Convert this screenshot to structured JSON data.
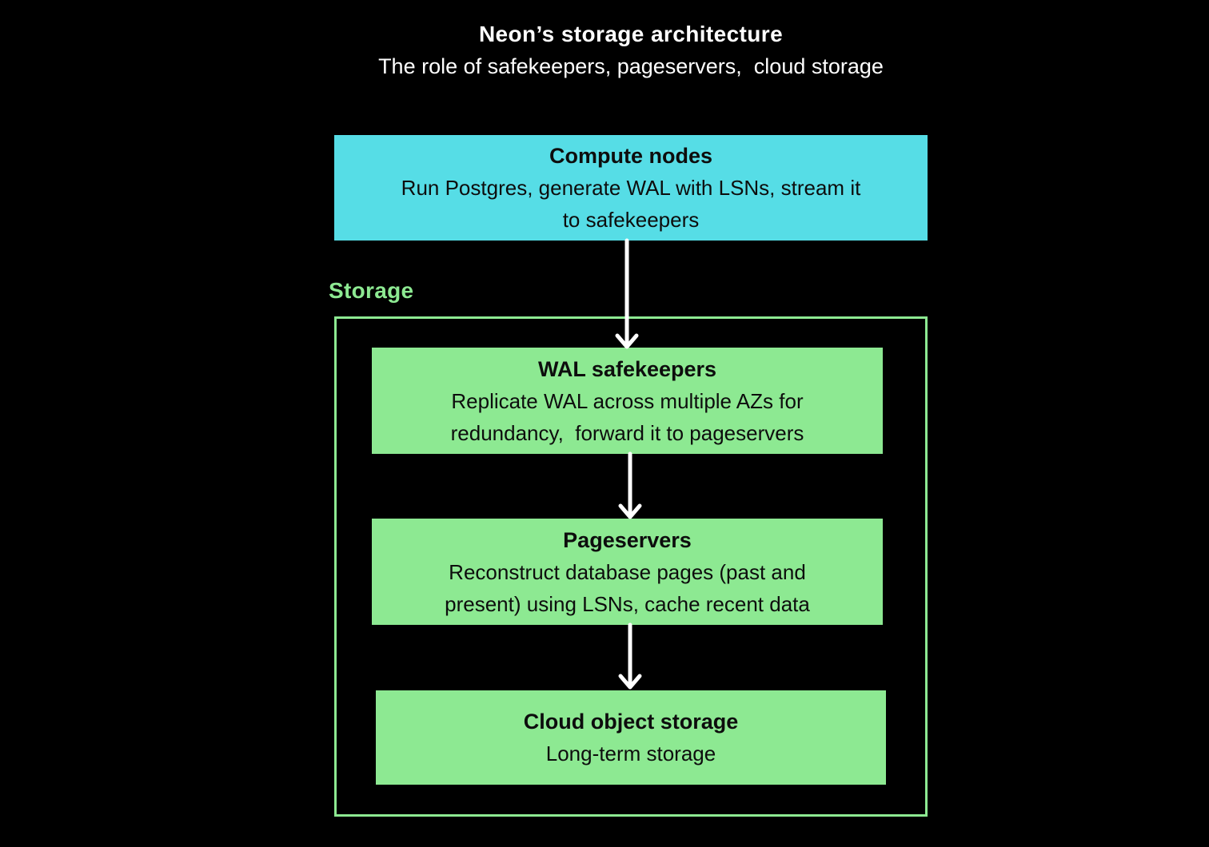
{
  "page": {
    "title": "Neon’s storage architecture",
    "subtitle": "The role of safekeepers, pageservers,  cloud storage",
    "background_color": "#000000"
  },
  "colors": {
    "compute_fill": "#56dde6",
    "storage_green": "#8de992",
    "node_text": "#0d0d0d",
    "title_text": "#ffffff",
    "arrow": "#ffffff"
  },
  "diagram": {
    "compute_node": {
      "title": "Compute nodes",
      "description": "Run Postgres, generate WAL with LSNs, stream it\nto safekeepers"
    },
    "storage_group": {
      "label": "Storage",
      "nodes": [
        {
          "title": "WAL safekeepers",
          "description": "Replicate WAL across multiple AZs for\nredundancy,  forward it to pageservers"
        },
        {
          "title": "Pageservers",
          "description": "Reconstruct database pages (past and\npresent) using LSNs, cache recent data"
        },
        {
          "title": "Cloud object storage",
          "description": "Long-term storage"
        }
      ]
    },
    "arrows": [
      {
        "name": "compute-to-safekeepers"
      },
      {
        "name": "safekeepers-to-pageservers"
      },
      {
        "name": "pageservers-to-cloud-storage"
      }
    ]
  }
}
